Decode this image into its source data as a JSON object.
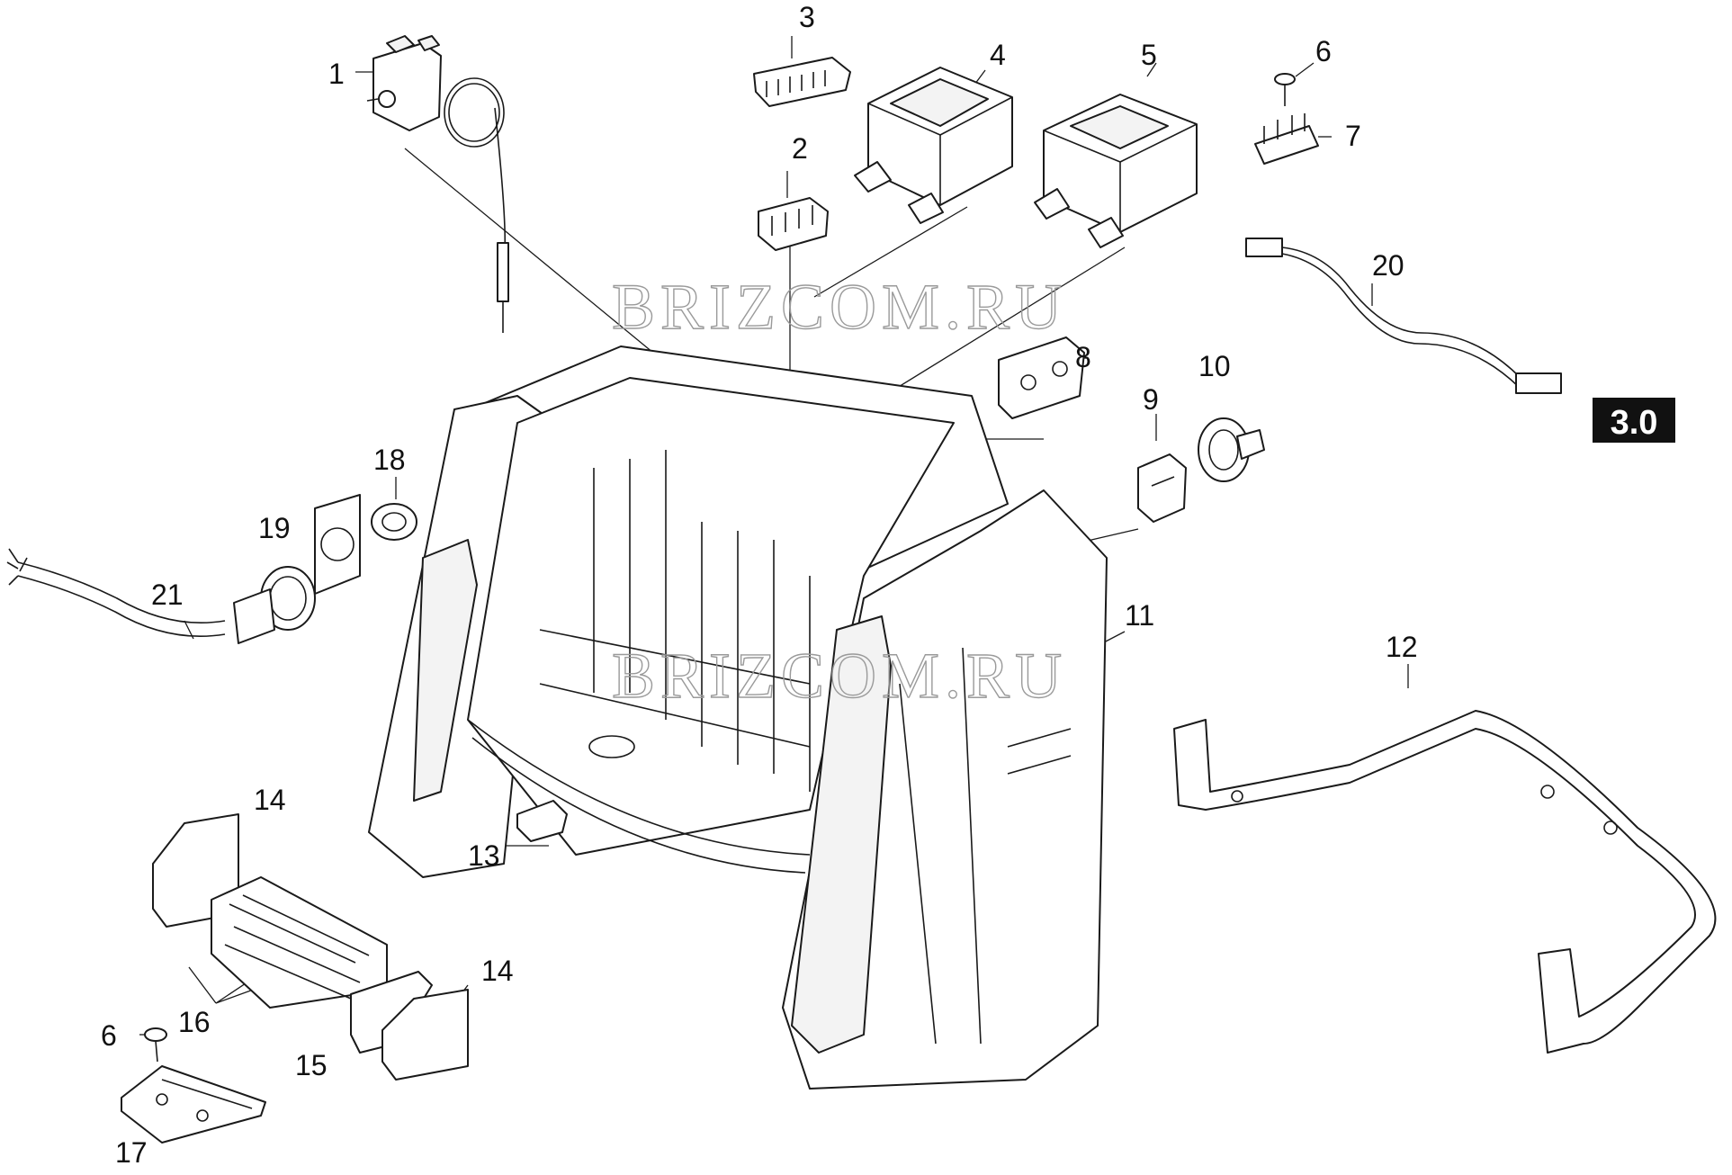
{
  "watermark": "BRIZCOM.RU",
  "badge": "3.0",
  "callouts": [
    "1",
    "2",
    "3",
    "4",
    "5",
    "6",
    "7",
    "8",
    "9",
    "10",
    "11",
    "12",
    "13",
    "14",
    "14",
    "15",
    "16",
    "17",
    "18",
    "19",
    "20",
    "21",
    "6"
  ],
  "colors": {
    "line": "#1a1a1a",
    "badge_bg": "#111111",
    "watermark": "#9a9a9a"
  }
}
